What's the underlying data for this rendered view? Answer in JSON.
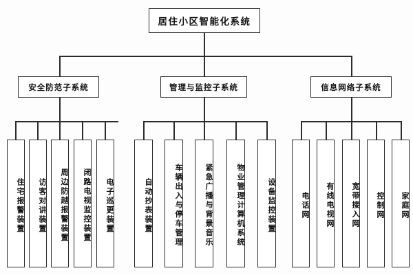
{
  "diagram": {
    "title": "居住小区智能化系统",
    "type": "organizational-tree",
    "orientation": "top-down",
    "line_color": "#2b2b2b",
    "box_fill": "#ffffff",
    "background": "#fdfdfd",
    "root": {
      "label": "居住小区智能化系统"
    },
    "branches": [
      {
        "id": "security",
        "label": "安全防范子系统",
        "leaves": [
          {
            "label": "住宅报警装置"
          },
          {
            "label": "访客对讲装置"
          },
          {
            "label": "周边防越报警装置"
          },
          {
            "label": "闭路电视监控装置"
          },
          {
            "label": "电子巡更装置"
          }
        ]
      },
      {
        "id": "management",
        "label": "管理与监控子系统",
        "leaves": [
          {
            "label": "自动抄表装置"
          },
          {
            "label": "车辆出入与停车管理"
          },
          {
            "label": "紧急广播与背景音乐"
          },
          {
            "label": "物业管理计算机系统"
          },
          {
            "label": "设备监控装置"
          }
        ]
      },
      {
        "id": "network",
        "label": "信息网络子系统",
        "leaves": [
          {
            "label": "电话网"
          },
          {
            "label": "有线电视网"
          },
          {
            "label": "宽带接入网"
          },
          {
            "label": "控制网"
          },
          {
            "label": "家庭网"
          }
        ]
      }
    ]
  }
}
